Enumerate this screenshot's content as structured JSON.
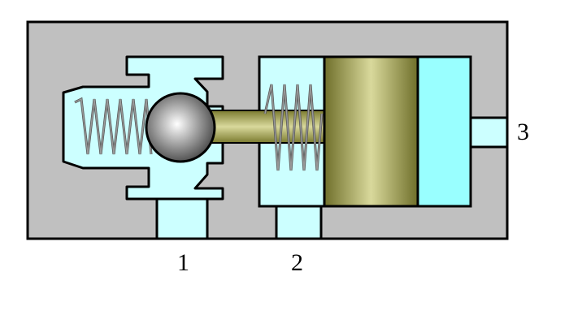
{
  "labels": {
    "port_1": "1",
    "port_2": "2",
    "port_3": "3"
  },
  "colors": {
    "housing": "#c0c0c0",
    "passage": "#ccffff",
    "chamber": "#99ffff",
    "piston": "#808033",
    "outline": "#000000",
    "spring": "#555555",
    "ball": "#999999"
  }
}
